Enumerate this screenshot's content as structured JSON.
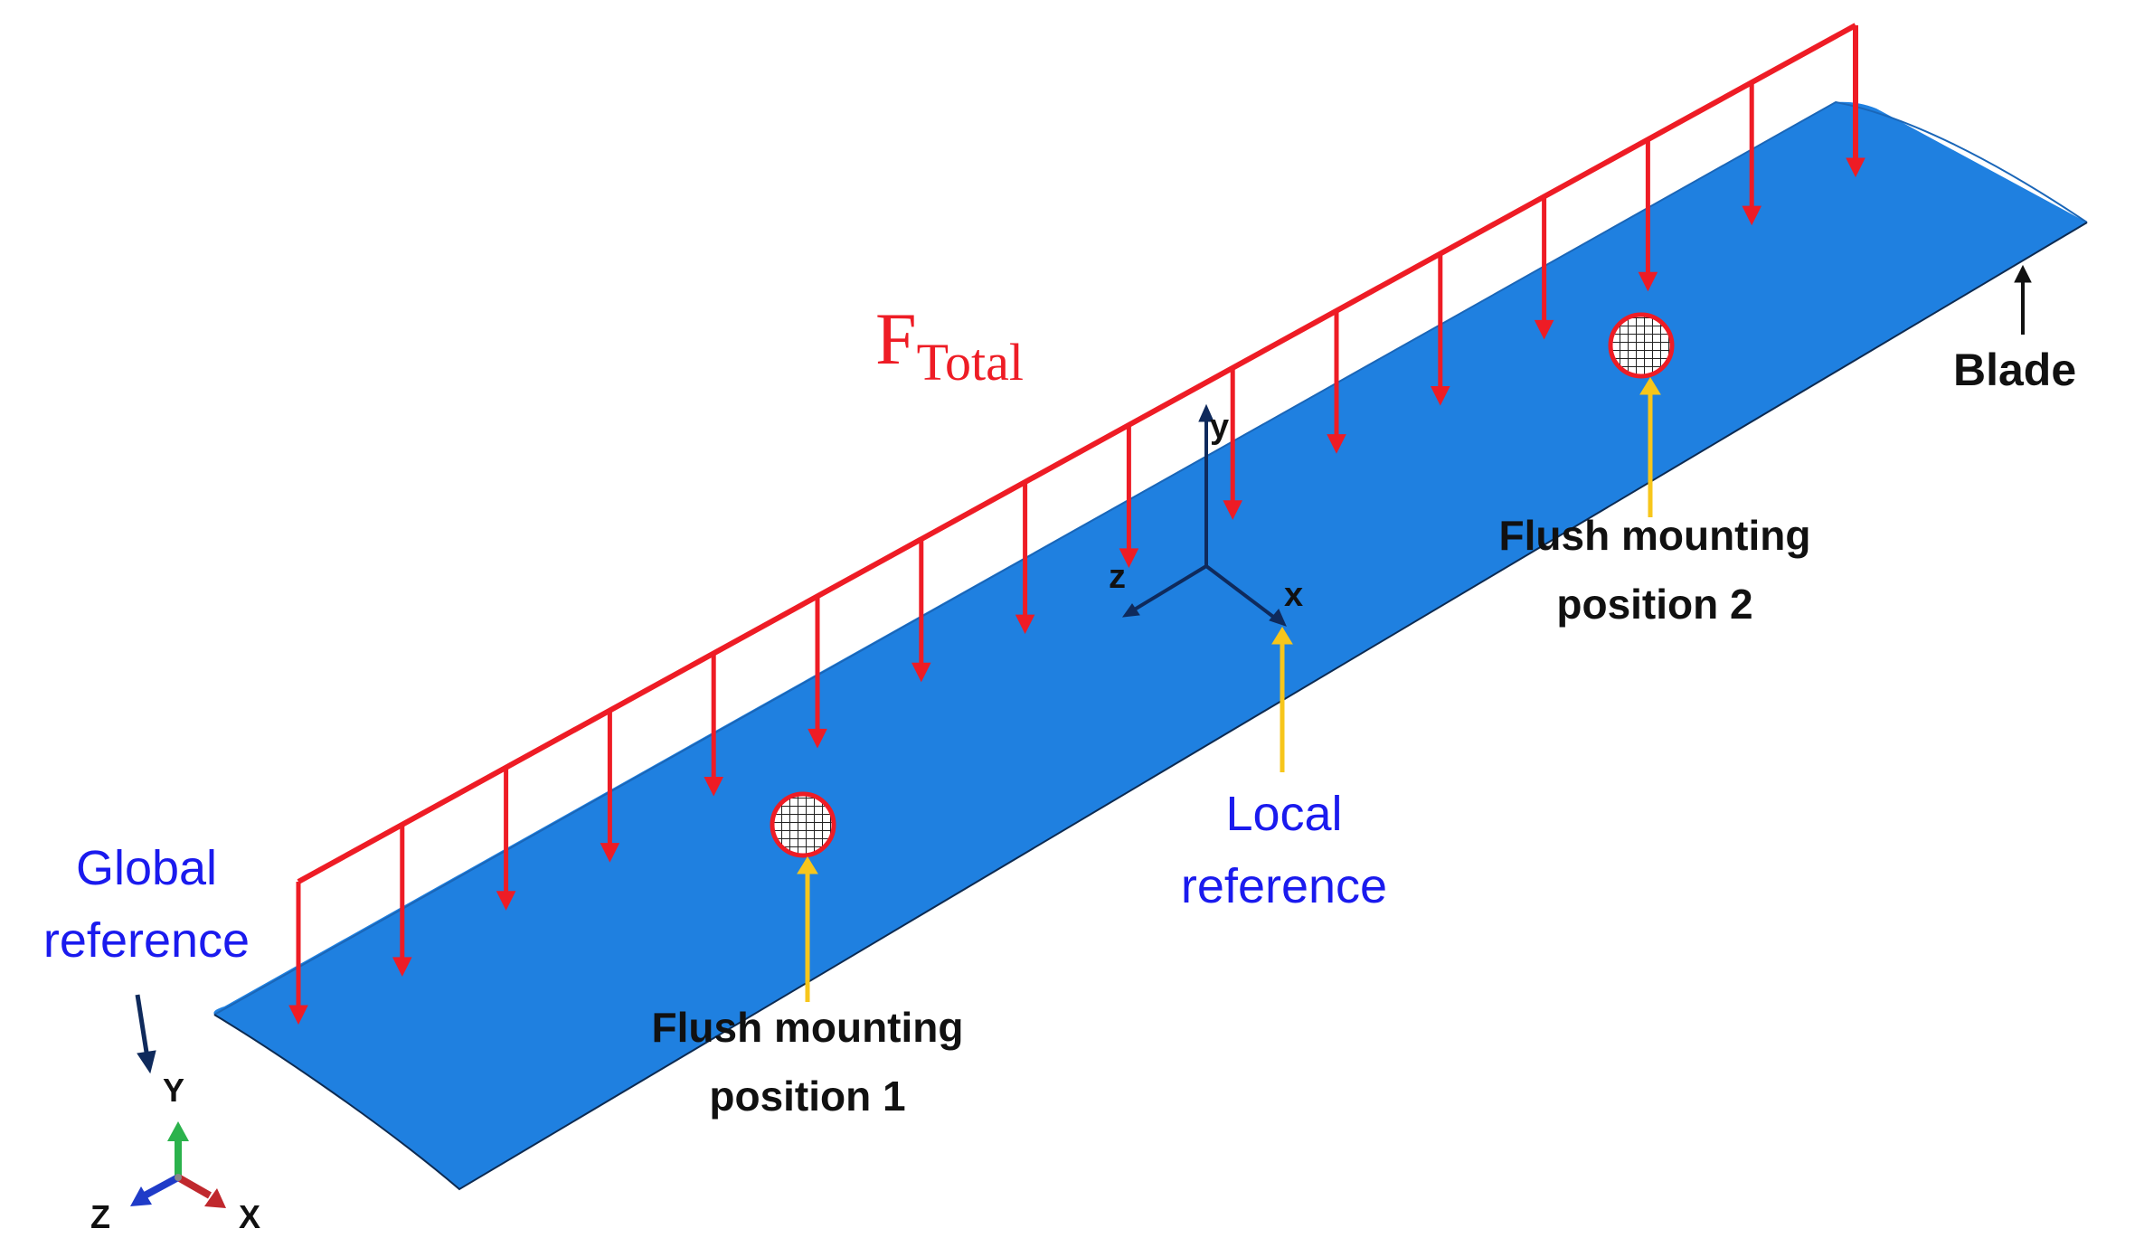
{
  "labels": {
    "force_main": "F",
    "force_sub": "Total",
    "blade": "Blade",
    "global_ref": [
      "Global",
      "reference"
    ],
    "local_ref": [
      "Local",
      "reference"
    ],
    "flush_1": [
      "Flush mounting",
      "position 1"
    ],
    "flush_2": [
      "Flush mounting",
      "position 2"
    ],
    "local_axes": {
      "x": "x",
      "y": "y",
      "z": "z"
    },
    "global_axes": {
      "x": "X",
      "y": "Y",
      "z": "Z"
    }
  },
  "colors": {
    "blade": "#1f80e0",
    "force": "#ee1c25",
    "pointer_yellow": "#f7c61b",
    "reference_text": "#1a1aee",
    "dark_navy": "#0f2a5c",
    "axis_x": "#c0282d",
    "axis_y": "#2bb24c",
    "axis_z": "#1f3bc8",
    "text_black": "#111111"
  },
  "icons": [
    "force-arrow-icon",
    "hatched-sensor-icon",
    "axis-triad-icon"
  ]
}
